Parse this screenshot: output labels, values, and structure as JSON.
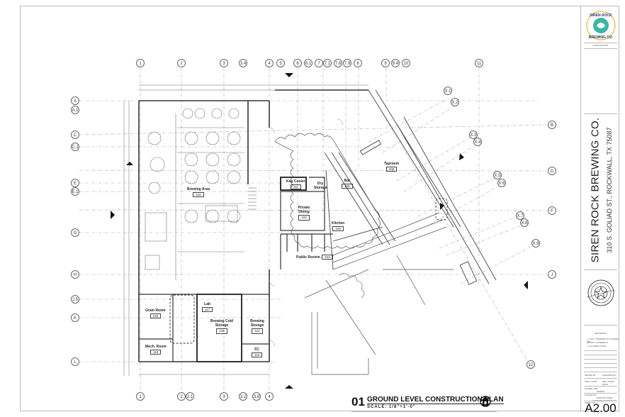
{
  "sheet": {
    "project_name": "SIREN ROCK BREWING CO.",
    "project_address": "310 S. GOLIAD ST., ROCKWALL, TX 75087",
    "logo_text_top": "SIREN ROCK",
    "logo_text_bottom": "BREWING CO.",
    "consultants_label": "CONSULTANTS",
    "seal_caption": "SEAL",
    "revisions_title": "REVISIONS",
    "revisions": [
      {
        "mark": "1",
        "text": "CITY COMMENTS & OWNER REV."
      },
      {
        "mark": "2",
        "text": "CITY COMMENTS"
      },
      {
        "mark": "3",
        "text": "CLARIFICATION"
      }
    ],
    "fields": {
      "drawn_by": "DRAWN BY:",
      "checked_by": "CHECKED BY:",
      "orig_date": "ORIG. DATE:",
      "rev_issue_date": "REV. ISSUE DATE:",
      "issued_for_label": "ISSUED FOR:",
      "issued_for": "PERMIT",
      "contents_label": "CONTENTS:",
      "contents": "GROUND LEVEL CONSTRUCTION PLAN",
      "sheet_no_label": "SHEET NO."
    },
    "sheet_number": "A2.00"
  },
  "plan": {
    "number": "01",
    "title": "GROUND LEVEL CONSTRUCTION PLAN",
    "scale": "SCALE: 1/8\"=1'-0\""
  },
  "grid": {
    "top": [
      "1",
      "2",
      "3",
      "3.4",
      "4",
      "5",
      "6",
      "6.1",
      "7",
      "7.1",
      "7.8",
      "7.9",
      "8",
      "9",
      "9.4",
      "10",
      "11"
    ],
    "bottom": [
      "1",
      "2",
      "2.1",
      "3",
      "3.2",
      "3.8",
      "4"
    ],
    "left": [
      "A",
      "A.1",
      "C",
      "C.1",
      "E",
      "E.1",
      "G",
      "H",
      "J.5",
      "K",
      "L"
    ],
    "right": [
      "B",
      "D",
      "F",
      "J"
    ],
    "diagonal": [
      "X.1",
      "X.2",
      "X.3",
      "X.4",
      "X.5",
      "X.6",
      "X.7",
      "X.8",
      "X.9",
      "12"
    ]
  },
  "rooms": [
    {
      "name": "Taproom",
      "number": "100"
    },
    {
      "name": "Bar",
      "number": "109"
    },
    {
      "name": "Keg Cooler",
      "number": "111"
    },
    {
      "name": "Dry Storage",
      "number": ""
    },
    {
      "name": "Private Dining",
      "number": "103"
    },
    {
      "name": "Kitchen",
      "number": "105"
    },
    {
      "name": "Public Restrm.",
      "number": "104"
    },
    {
      "name": "Brewing Area",
      "number": "115"
    },
    {
      "name": "Grain Room",
      "number": "120"
    },
    {
      "name": "Lab",
      "number": "117"
    },
    {
      "name": "Brewing Cold Storage",
      "number": "116"
    },
    {
      "name": "Brewing Storage",
      "number": "114"
    },
    {
      "name": "Mech. Room",
      "number": "119"
    },
    {
      "name": "FC",
      "number": "113"
    }
  ],
  "colors": {
    "line": "#444444",
    "grid_line": "#9a9a9a",
    "logo_teal": "#3bb6a6",
    "logo_gold": "#e0b84a",
    "logo_navy": "#2b3a67"
  }
}
